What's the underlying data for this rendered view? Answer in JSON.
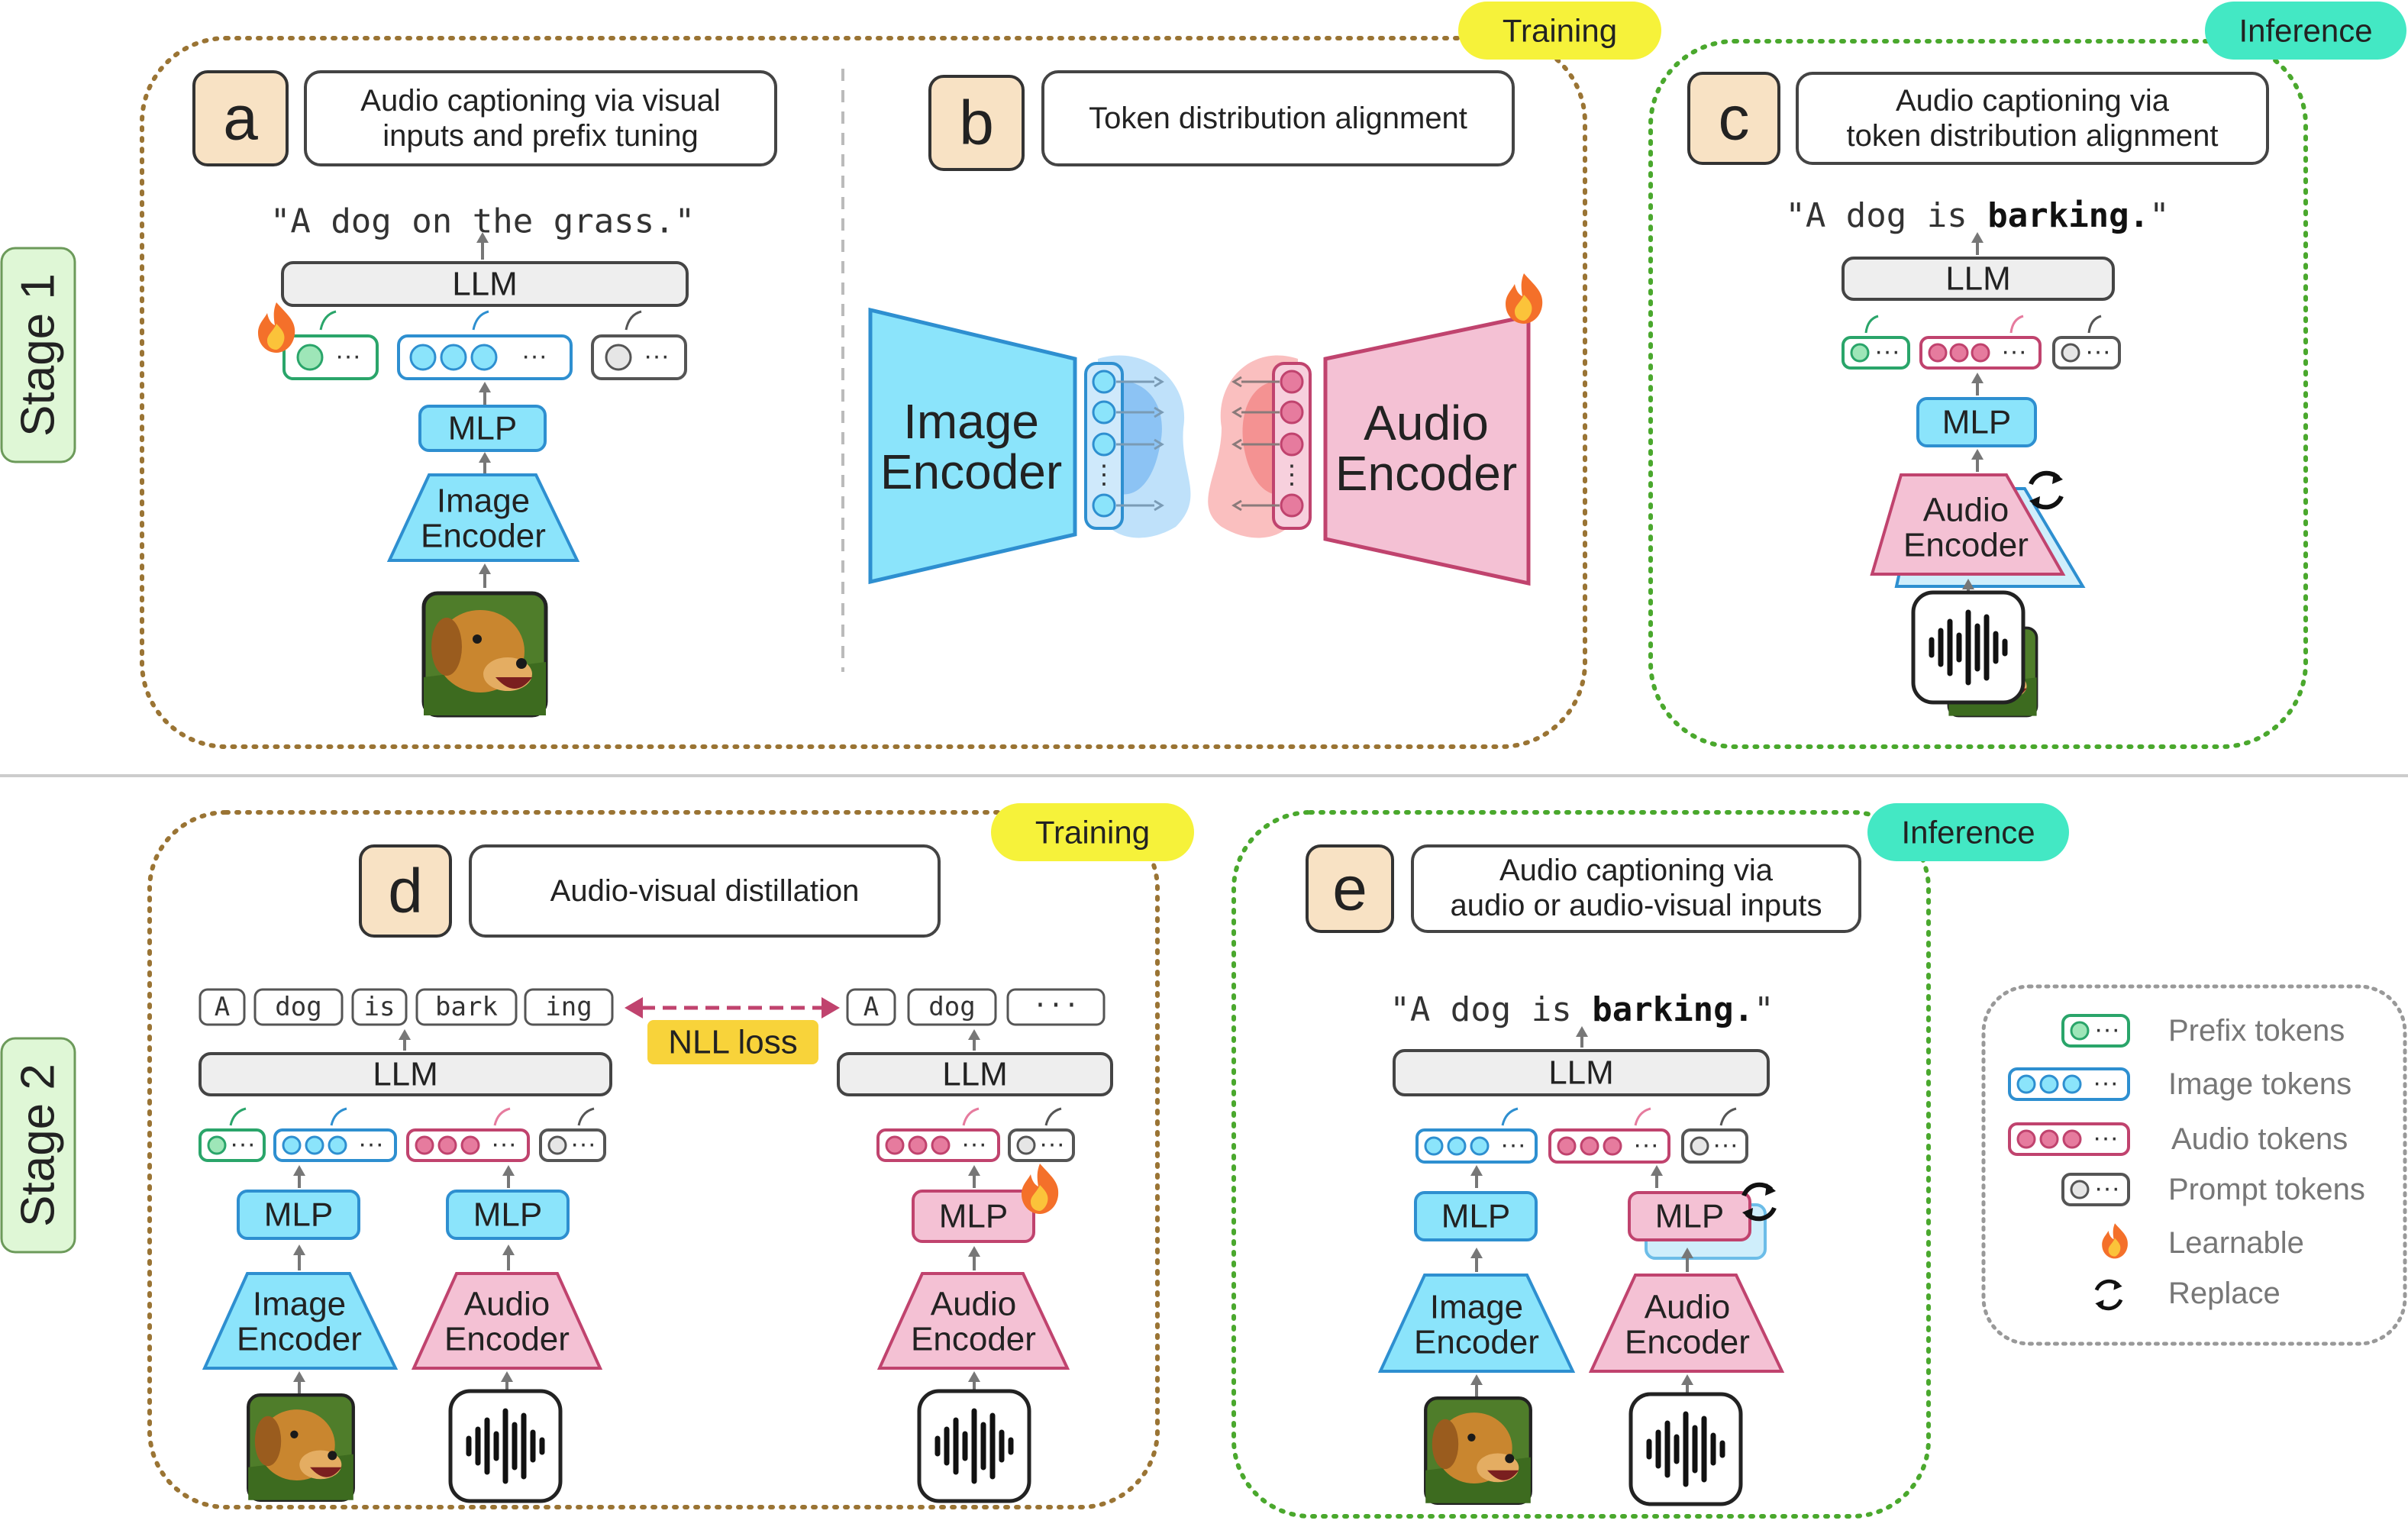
{
  "stage1_label": "Stage 1",
  "stage2_label": "Stage 2",
  "badges": {
    "s1_training": "Training",
    "s1_inference": "Inference",
    "s2_training": "Training",
    "s2_inference": "Inference"
  },
  "panel_a": {
    "letter": "a",
    "title_l1": "Audio captioning via visual",
    "title_l2": "inputs and prefix tuning",
    "caption": "\"A dog on the grass.\"",
    "llm": "LLM",
    "mlp": "MLP",
    "enc_l1": "Image",
    "enc_l2": "Encoder"
  },
  "panel_b": {
    "letter": "b",
    "title": "Token distribution alignment",
    "img_enc_l1": "Image",
    "img_enc_l2": "Encoder",
    "aud_enc_l1": "Audio",
    "aud_enc_l2": "Encoder"
  },
  "panel_c": {
    "letter": "c",
    "title_l1": "Audio captioning via",
    "title_l2": "token distribution alignment",
    "caption_pre": "\"A dog is ",
    "caption_bold": "barking.",
    "caption_post": "\"",
    "llm": "LLM",
    "mlp": "MLP",
    "enc_l1": "Audio",
    "enc_l2": "Encoder"
  },
  "panel_d": {
    "letter": "d",
    "title": "Audio-visual distillation",
    "teacher_tokens": [
      "A",
      "dog",
      "is",
      "bark",
      "ing"
    ],
    "student_tokens": [
      "A",
      "dog",
      "···"
    ],
    "loss": "NLL loss",
    "llm": "LLM",
    "mlp": "MLP",
    "img_enc_l1": "Image",
    "img_enc_l2": "Encoder",
    "aud_enc_l1": "Audio",
    "aud_enc_l2": "Encoder"
  },
  "panel_e": {
    "letter": "e",
    "title_l1": "Audio captioning via",
    "title_l2": "audio or audio-visual inputs",
    "caption_pre": "\"A dog is ",
    "caption_bold": "barking.",
    "caption_post": "\"",
    "llm": "LLM",
    "mlp": "MLP",
    "img_enc_l1": "Image",
    "img_enc_l2": "Encoder",
    "aud_enc_l1": "Audio",
    "aud_enc_l2": "Encoder"
  },
  "legend": {
    "prefix": "Prefix tokens",
    "image": "Image tokens",
    "audio": "Audio tokens",
    "prompt": "Prompt tokens",
    "learnable": "Learnable",
    "replace": "Replace"
  },
  "colors": {
    "image_fill": "#8be4fb",
    "image_stroke": "#2e8fd0",
    "audio_fill": "#f4c1d4",
    "audio_stroke": "#c0436e",
    "prefix_fill": "#9ee6b8",
    "prefix_stroke": "#2aa56a",
    "prompt_fill": "#e6e6e6",
    "prompt_stroke": "#555555",
    "letter_box": "#f8e2c4",
    "training_badge": "#f6f23a",
    "inference_badge": "#43e8c4",
    "stage_box": "#dff7d6",
    "training_border": "#9a7434",
    "inference_border": "#4aa82d",
    "nll_badge": "#f8d33a"
  },
  "icons": [
    "fire-icon",
    "replace-icon",
    "waveform-icon",
    "dog-photo-icon"
  ]
}
